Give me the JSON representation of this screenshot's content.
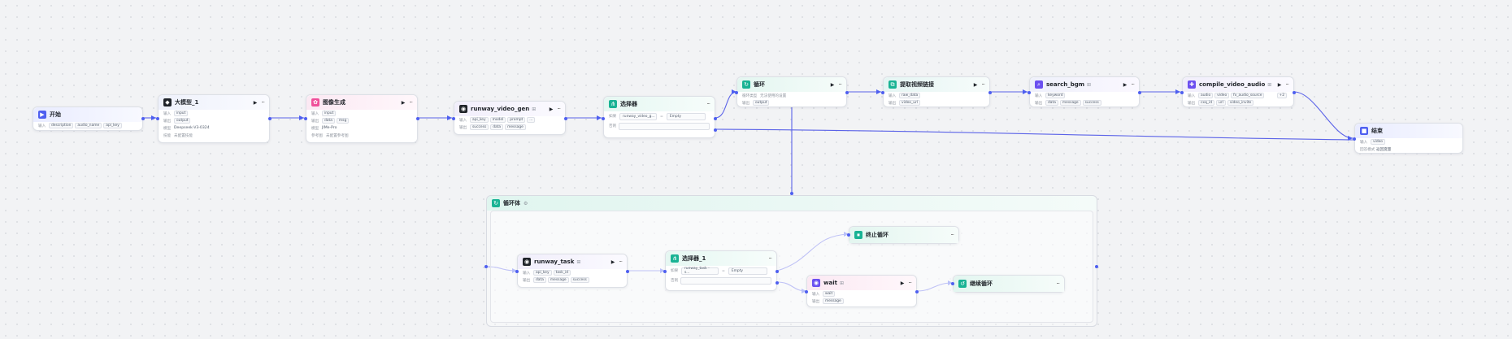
{
  "colors": {
    "edge": "#4e5ff0",
    "port": "#4e5ff0"
  },
  "labels": {
    "input": "输入",
    "output": "输出",
    "model": "模型",
    "cond_if": "如果",
    "cond_else": "否则"
  },
  "nodes": {
    "start": {
      "title": "开始",
      "icon": "start-flag-icon",
      "inputs": [
        "description",
        "audio_name",
        "api_key"
      ]
    },
    "llm1": {
      "title": "大模型_1",
      "icon": "llm-icon",
      "inputs": [
        "input"
      ],
      "outputs": [
        "output"
      ],
      "model": "Deepseek-V3-0324",
      "skills_label": "技能",
      "skills_value": "未配置技能"
    },
    "imggen": {
      "title": "图像生成",
      "icon": "image-gen-icon",
      "inputs": [
        "input"
      ],
      "outputs": [
        "data",
        "msg"
      ],
      "model": "JIMe-Pro",
      "ref_label": "参考图",
      "ref_value": "未配置参考图"
    },
    "runway_gen": {
      "title": "runway_video_gen",
      "icon": "plugin-icon",
      "inputs": [
        "api_key",
        "model",
        "prompt",
        "..."
      ],
      "outputs": [
        "success",
        "data",
        "message"
      ]
    },
    "selector": {
      "title": "选择器",
      "icon": "selector-icon",
      "if_var": "runway_video_g...",
      "op": "=",
      "rhs": "Empty"
    },
    "loop": {
      "title": "循环",
      "icon": "loop-icon",
      "type_label": "循环类型",
      "type_value": "无法使用的设置",
      "outputs": [
        "output"
      ]
    },
    "extract": {
      "title": "提取视频链接",
      "icon": "extract-icon",
      "inputs": [
        "raw_data"
      ],
      "outputs": [
        "video_url"
      ]
    },
    "search_bgm": {
      "title": "search_bgm",
      "icon": "search-plugin-icon",
      "inputs": [
        "keyword"
      ],
      "outputs": [
        "data",
        "message",
        "success"
      ]
    },
    "compile": {
      "title": "compile_video_audio",
      "icon": "compile-icon",
      "inputs": [
        "audio",
        "video",
        "fx_audio_source"
      ],
      "outputs": [
        "cxq_id",
        "url",
        "video_invite"
      ],
      "more_badge": "+2"
    },
    "end": {
      "title": "结束",
      "icon": "end-flag-icon",
      "inputs": [
        "video"
      ],
      "mode_label": "回答模式",
      "mode_value": "返回变量"
    },
    "loop_body": {
      "title": "循环体",
      "icon": "loop-body-icon"
    },
    "runway_task": {
      "title": "runway_task",
      "icon": "plugin-icon",
      "inputs": [
        "api_key",
        "task_id"
      ],
      "outputs": [
        "data",
        "message",
        "success"
      ]
    },
    "selector1": {
      "title": "选择器_1",
      "icon": "selector-icon",
      "if_var": "runway_task - s...",
      "op": "=",
      "rhs": "Empty"
    },
    "break_loop": {
      "title": "终止循环",
      "icon": "break-loop-icon"
    },
    "wait": {
      "title": "wait",
      "icon": "plugin-icon",
      "inputs": [
        "wait"
      ],
      "outputs": [
        "message"
      ]
    },
    "continue_loop": {
      "title": "继续循环",
      "icon": "continue-loop-icon"
    }
  }
}
